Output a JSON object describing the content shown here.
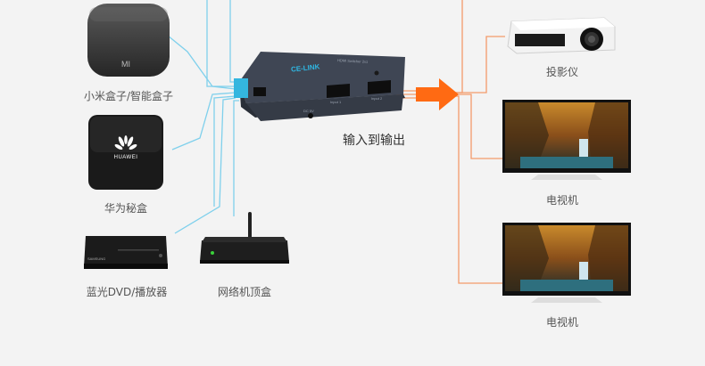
{
  "title": "输入到输出",
  "colors": {
    "input_line": "#7fd0ec",
    "output_line": "#f39a6a",
    "arrow": "#ff6a13",
    "background": "#f3f3f3"
  },
  "inputs": [
    {
      "label": "小米盒子/智能盒子",
      "device": "mi-box",
      "logo": "MI"
    },
    {
      "label": "华为秘盒",
      "device": "huawei-box",
      "logo": "HUAWEI"
    },
    {
      "label": "蓝光DVD/播放器",
      "device": "bluray-player",
      "logo": "SAMSUNG"
    },
    {
      "label": "网络机顶盒",
      "device": "set-top-box",
      "logo": ""
    }
  ],
  "switch": {
    "brand": "CE-LINK",
    "port_labels": [
      "Input 1",
      "Input 2"
    ],
    "power_label": "DC 5V",
    "top_label": "HDMI Switcher 2x1"
  },
  "outputs": [
    {
      "label": "投影仪",
      "device": "projector"
    },
    {
      "label": "电视机",
      "device": "tv"
    },
    {
      "label": "电视机",
      "device": "tv"
    }
  ]
}
